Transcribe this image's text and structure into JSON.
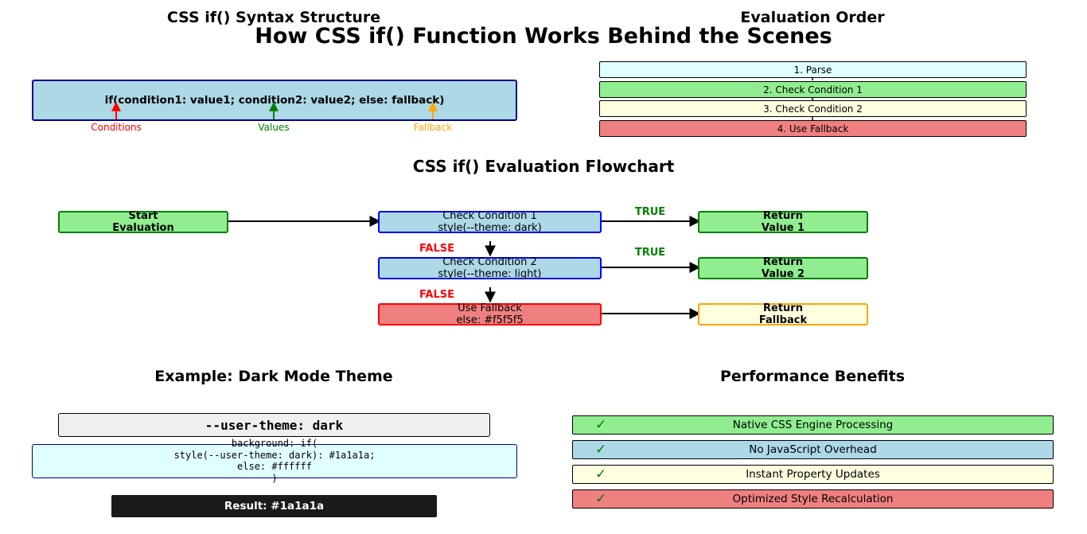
{
  "main_title": "How CSS if() Function Works Behind the Scenes",
  "syntax": {
    "title": "CSS if() Syntax Structure",
    "expression": "if(condition1: value1; condition2: value2; else: fallback)",
    "annotations": [
      {
        "label": "Conditions",
        "color": "#ff0000"
      },
      {
        "label": "Values",
        "color": "#008000"
      },
      {
        "label": "Fallback",
        "color": "#ffa500"
      }
    ]
  },
  "order": {
    "title": "Evaluation Order",
    "steps": [
      {
        "label": "1. Parse",
        "color": "#e0ffff"
      },
      {
        "label": "2. Check Condition 1",
        "color": "#90ee90"
      },
      {
        "label": "3. Check Condition 2",
        "color": "#ffffe0"
      },
      {
        "label": "4. Use Fallback",
        "color": "#f08080"
      }
    ]
  },
  "flowchart": {
    "title": "CSS if() Evaluation Flowchart",
    "start": {
      "line1": "Start",
      "line2": "Evaluation"
    },
    "cond1": {
      "line1": "Check Condition 1",
      "line2": "style(--theme: dark)"
    },
    "cond2": {
      "line1": "Check Condition 2",
      "line2": "style(--theme: light)"
    },
    "fallback": {
      "line1": "Use Fallback",
      "line2": "else: #f5f5f5"
    },
    "ret1": {
      "line1": "Return",
      "line2": "Value 1"
    },
    "ret2": {
      "line1": "Return",
      "line2": "Value 2"
    },
    "ret3": {
      "line1": "Return",
      "line2": "Fallback"
    },
    "true_label": "TRUE",
    "false_label": "FALSE"
  },
  "example": {
    "title": "Example: Dark Mode Theme",
    "variable": "--user-theme: dark",
    "code_lines": [
      "background: if(",
      "style(--user-theme: dark): #1a1a1a;",
      "else: #ffffff",
      ")"
    ],
    "result": "Result: #1a1a1a"
  },
  "performance": {
    "title": "Performance Benefits",
    "check_glyph": "✓",
    "items": [
      {
        "label": "Native CSS Engine Processing",
        "color": "#90ee90"
      },
      {
        "label": "No JavaScript Overhead",
        "color": "#add8e6"
      },
      {
        "label": "Instant Property Updates",
        "color": "#ffffe0"
      },
      {
        "label": "Optimized Style Recalculation",
        "color": "#f08080"
      }
    ]
  }
}
